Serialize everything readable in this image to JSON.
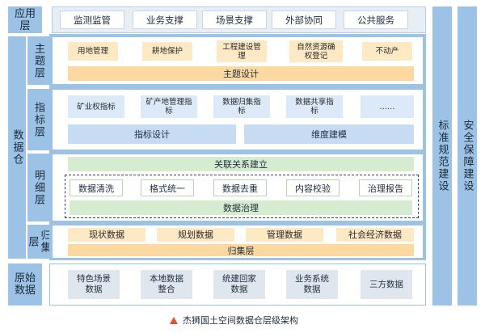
{
  "layers": {
    "app": "应用层",
    "data_warehouse": "数据仓",
    "theme": "主题层",
    "indicator": "指标层",
    "detail": "明细层",
    "collect": "归集层",
    "raw": "原始数据"
  },
  "app_items": [
    "监测监管",
    "业务支撑",
    "场景支撑",
    "外部协同",
    "公共服务"
  ],
  "theme_items": [
    "用地管理",
    "耕地保护",
    "工程建设管理",
    "自然资源确权登记",
    "不动产"
  ],
  "theme_bar": "主题设计",
  "indicator_items": [
    "矿业权指标",
    "矿产地管理指标",
    "数据归集指标",
    "数据共享指标",
    "……"
  ],
  "indicator_bars": [
    "指标设计",
    "维度建模"
  ],
  "detail_top": "关联关系建立",
  "detail_items": [
    "数据清洗",
    "格式统一",
    "数据去重",
    "内容校验",
    "治理报告"
  ],
  "detail_bar": "数据治理",
  "collect_items": [
    "现状数据",
    "规划数据",
    "管理数据",
    "社会经济数据"
  ],
  "collect_bar": "归集层",
  "raw_items": [
    "特色场景数据",
    "本地数据整合",
    "统建回家数据",
    "业务系统数据",
    "三方数据"
  ],
  "side_columns": [
    "标准规范建设",
    "安全保障建设"
  ],
  "caption": "杰狮国土空间数据仓层级架构",
  "colors": {
    "layer_blue": "#9cc3e6",
    "yellow": "#fde9c4",
    "yellow_bar": "#fbd9a0",
    "blue_cell": "#dbe9f8",
    "green_bar": "#d6ecd0",
    "grey_cell": "#dfe6ee",
    "caption_marker": "#e2522b"
  }
}
